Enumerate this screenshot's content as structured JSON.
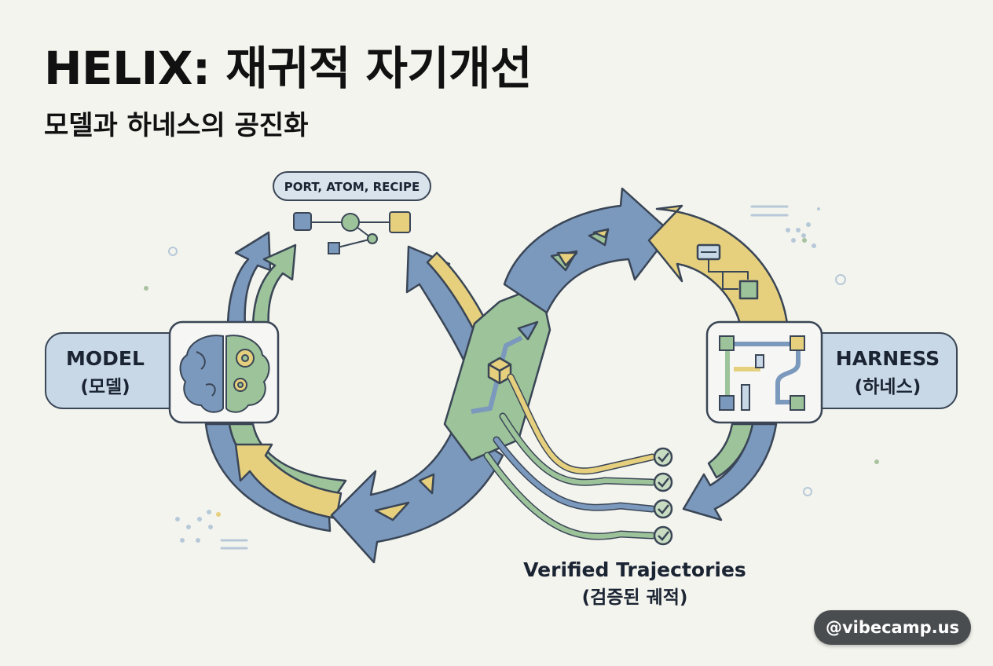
{
  "title": "HELIX: 재귀적 자기개선",
  "subtitle": "모델과 하네스의 공진화",
  "model": {
    "line1": "MODEL",
    "line2": "(모델)",
    "icon": "brain-gear-icon"
  },
  "harness": {
    "line1": "HARNESS",
    "line2": "(하네스)",
    "icon": "pipeline-wrench-icon"
  },
  "graph_pill": {
    "label": "PORT, ATOM, RECIPE",
    "icon": "node-graph-icon"
  },
  "trajectories": {
    "line1": "Verified Trajectories",
    "line2": "(검증된 궤적)",
    "count": 4,
    "icon": "check-circle-icon"
  },
  "watermark": "@vibecamp.us",
  "colors": {
    "blue": "#7b98bd",
    "green": "#9dc39a",
    "yellow": "#e6d07e",
    "outline": "#3a4656",
    "background": "#f3f4ee",
    "box": "#f6f7f4",
    "label_box": "#c9d8e7"
  }
}
